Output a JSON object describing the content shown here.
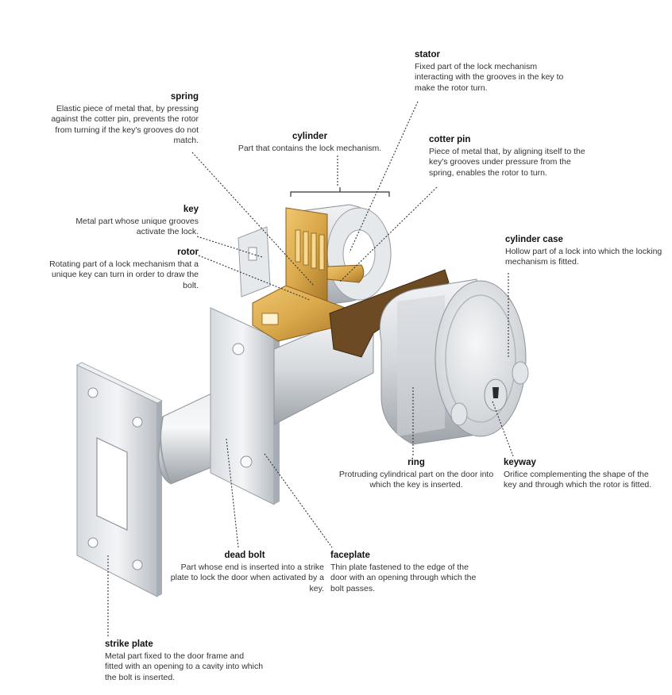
{
  "labels": {
    "stator": {
      "title": "stator",
      "desc": "Fixed part of the lock mechanism interacting with the grooves in the key to make the rotor turn."
    },
    "spring": {
      "title": "spring",
      "desc": "Elastic piece of metal that, by pressing against the cotter pin, prevents the rotor from turning if the key's grooves do not match."
    },
    "cylinder": {
      "title": "cylinder",
      "desc": "Part that contains the lock mechanism."
    },
    "cotter_pin": {
      "title": "cotter pin",
      "desc": "Piece of metal that, by aligning itself to the key's grooves under pressure from the spring, enables the rotor to turn."
    },
    "key": {
      "title": "key",
      "desc": "Metal part whose unique grooves activate the lock."
    },
    "cylinder_case": {
      "title": "cylinder case",
      "desc": "Hollow part of a lock into which the locking mechanism is fitted."
    },
    "rotor": {
      "title": "rotor",
      "desc": "Rotating part of a lock mechanism that a unique key can turn in order to draw the bolt."
    },
    "ring": {
      "title": "ring",
      "desc": "Protruding cylindrical part on the door into which the key is inserted."
    },
    "keyway": {
      "title": "keyway",
      "desc": "Orifice complementing the shape of the key and through which the rotor is fitted."
    },
    "dead_bolt": {
      "title": "dead bolt",
      "desc": "Part whose end is inserted into a strike plate to lock the door when activated by a key."
    },
    "faceplate": {
      "title": "faceplate",
      "desc": "Thin plate fastened to the edge of the door with an opening through which the bolt passes."
    },
    "strike_plate": {
      "title": "strike plate",
      "desc": "Metal part fixed to the door frame and fitted with an opening to a cavity into which the bolt is inserted."
    }
  },
  "colors": {
    "metal_light": "#eef0f2",
    "metal_mid": "#c9cdd2",
    "metal_dark": "#8d939a",
    "brass": "#d9a84a",
    "brass_dark": "#a9782a",
    "bronze": "#6b4a24",
    "leader": "#333333"
  }
}
